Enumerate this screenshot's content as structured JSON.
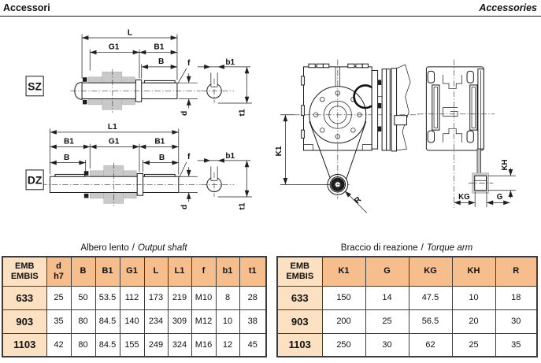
{
  "header": {
    "title_it": "Accessori",
    "title_en": "Accessories"
  },
  "drawings": {
    "sz": {
      "tag": "SZ",
      "labels": {
        "L": "L",
        "G1": "G1",
        "B1": "B1",
        "B": "B",
        "f": "f",
        "d": "d",
        "b1": "b1",
        "t1": "t1"
      }
    },
    "dz": {
      "tag": "DZ",
      "labels": {
        "L1": "L1",
        "B1a": "B1",
        "G1": "G1",
        "B1b": "B1",
        "Ba": "B",
        "Bb": "B",
        "f": "f",
        "d": "d",
        "b1": "b1",
        "t1": "t1"
      }
    },
    "front": {
      "labels": {
        "K1": "K1",
        "R": "R"
      }
    },
    "side": {
      "labels": {
        "KH": "KH",
        "KG": "KG",
        "G": "G"
      }
    }
  },
  "tables": {
    "output_shaft": {
      "title_it": "Albero lento",
      "title_sep": "/",
      "title_en": "Output shaft",
      "h_model_1": "EMB",
      "h_model_2": "EMBIS",
      "h_d_1": "d",
      "h_d_2": "h7",
      "h_cols": [
        "B",
        "B1",
        "G1",
        "L",
        "L1",
        "f",
        "b1",
        "t1"
      ],
      "rows": [
        {
          "model": "633",
          "values": [
            "25",
            "50",
            "53.5",
            "112",
            "173",
            "219",
            "M10",
            "8",
            "28"
          ]
        },
        {
          "model": "903",
          "values": [
            "35",
            "80",
            "84.5",
            "140",
            "234",
            "309",
            "M12",
            "10",
            "38"
          ]
        },
        {
          "model": "1103",
          "values": [
            "42",
            "80",
            "84.5",
            "155",
            "249",
            "324",
            "M16",
            "12",
            "45"
          ]
        }
      ]
    },
    "torque_arm": {
      "title_it": "Braccio di reazione",
      "title_sep": "/",
      "title_en": "Torque arm",
      "h_model_1": "EMB",
      "h_model_2": "EMBIS",
      "h_cols": [
        "K1",
        "G",
        "KG",
        "KH",
        "R"
      ],
      "rows": [
        {
          "model": "633",
          "values": [
            "150",
            "14",
            "47.5",
            "10",
            "18"
          ]
        },
        {
          "model": "903",
          "values": [
            "200",
            "25",
            "56.5",
            "20",
            "30"
          ]
        },
        {
          "model": "1103",
          "values": [
            "250",
            "30",
            "62",
            "25",
            "35"
          ]
        }
      ]
    }
  },
  "colors": {
    "table_header_bg": "#f6be8c",
    "table_label_bg": "#fbe0c2",
    "drawing_gray": "#c9c9c9",
    "line": "#1e1e1e",
    "border": "#3c3c3c"
  }
}
